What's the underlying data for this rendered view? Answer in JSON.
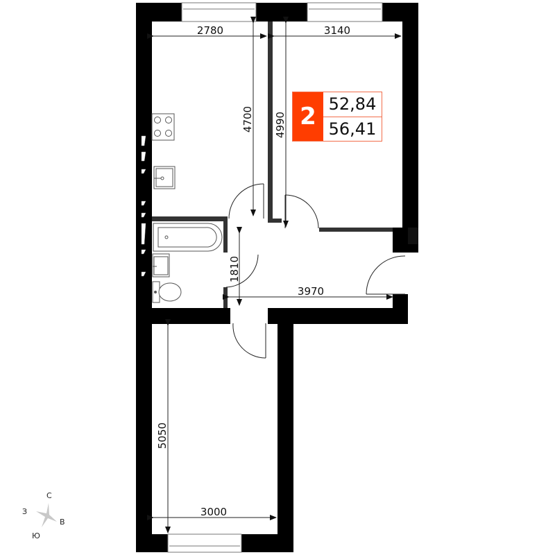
{
  "plan": {
    "rooms_count": "2",
    "living_area": "52,84",
    "total_area": "56,41",
    "accent_color": "#ff3d00"
  },
  "dimensions": {
    "kitchen_width": "2780",
    "room1_width": "3140",
    "kitchen_depth": "4700",
    "room1_depth": "4990",
    "hall_width": "1810",
    "hall_length": "3970",
    "room2_depth": "5050",
    "room2_width": "3000"
  },
  "compass": {
    "north": "С",
    "east": "В",
    "south": "Ю",
    "west": "З"
  },
  "fixtures": [
    "stove-icon",
    "kitchen-sink-icon",
    "bathtub-icon",
    "washbasin-icon",
    "toilet-icon"
  ]
}
